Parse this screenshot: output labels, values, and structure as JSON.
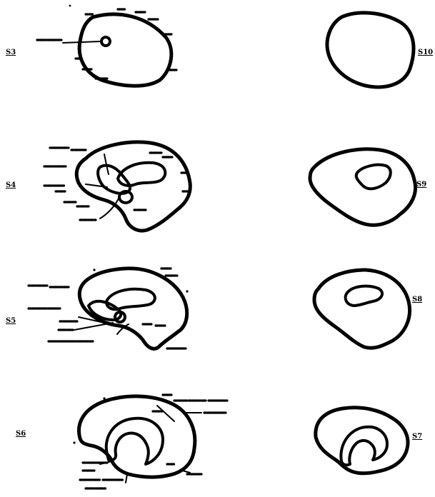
{
  "figure": {
    "plate_labels": {
      "s3": "S3",
      "s10": "S10",
      "s4": "S4",
      "s9": "S9",
      "s5": "S5",
      "s8": "S8",
      "s6": "S6",
      "s7": "S7"
    }
  }
}
